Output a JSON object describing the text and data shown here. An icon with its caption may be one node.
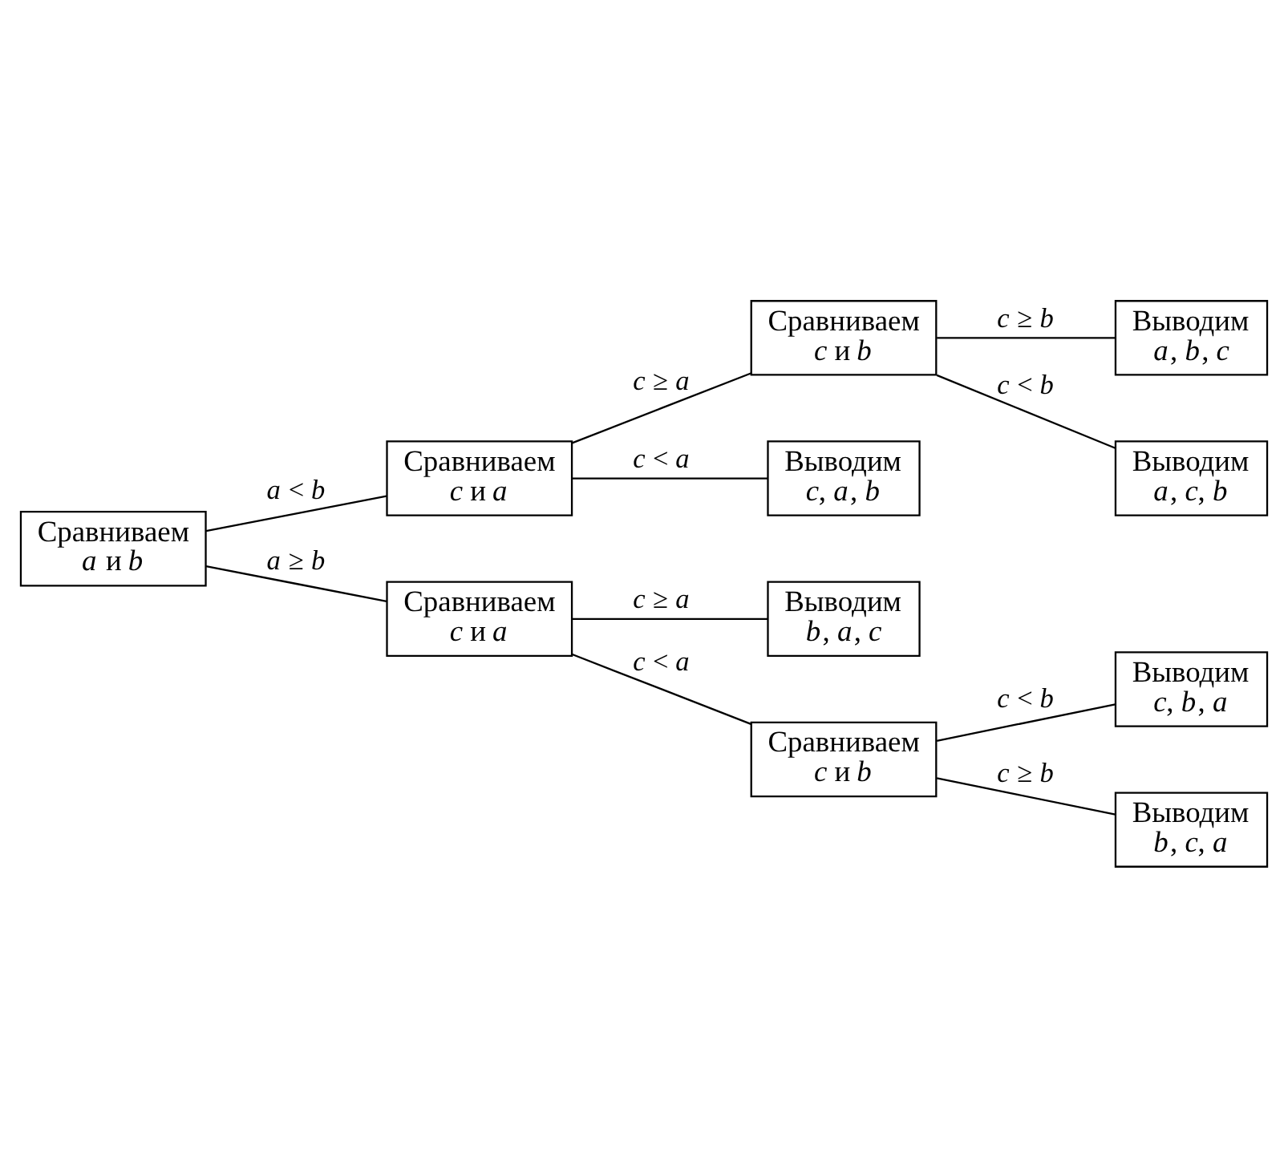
{
  "diagram": {
    "nodes": [
      {
        "text": [
          "Сравниваем *a* и *b*"
        ]
      },
      {
        "text": [
          "Сравниваем *c* и *a*"
        ]
      },
      {
        "text": [
          "Сравниваем *c* и *b*"
        ]
      },
      {
        "text": [
          "Выводим *a*, *b*, *c*"
        ]
      },
      {
        "text": [
          "Выводим *a*, *c*, *b*"
        ]
      },
      {
        "text": [
          "Выводим *c*, *a*, *b*"
        ]
      },
      {
        "text": [
          "Выводим *b*, *a*, *c*"
        ]
      },
      {
        "text": [
          "Сравниваем *c* и *a*"
        ]
      },
      {
        "text": [
          "Сравниваем *c* и *b*"
        ]
      },
      {
        "text": [
          "Выводим *c*, *b*, *a*"
        ]
      },
      {
        "text": [
          "Выводим *b*, *c*, *a*"
        ]
      }
    ],
    "edges": [
      {
        "from": 0,
        "to": 1,
        "arrow": "none",
        "label": "*a* < *b*"
      },
      {
        "from": 1,
        "to": 2,
        "arrow": "none",
        "label": "*c* ≥ *a*"
      },
      {
        "from": 2,
        "to": 3,
        "arrow": "none",
        "label": "*c* ≥ *b*"
      },
      {
        "from": 2,
        "to": 4,
        "arrow": "none",
        "label": "*c* < *b*"
      },
      {
        "from": 1,
        "to": 5,
        "arrow": "none",
        "label": "*c* < *a*"
      },
      {
        "from": 0,
        "to": 7,
        "arrow": "none",
        "label": "*a* ≥ *b*"
      },
      {
        "from": 7,
        "to": 6,
        "arrow": "none",
        "label": "*c* ≥ *a*"
      },
      {
        "from": 7,
        "to": 8,
        "arrow": "none",
        "label": "*c* < *a*"
      },
      {
        "from": 8,
        "to": 9,
        "arrow": "none",
        "label": "*c* < *b*"
      },
      {
        "from": 8,
        "to": 10,
        "arrow": "none",
        "label": "*c* ≥ *b*"
      }
    ]
  }
}
